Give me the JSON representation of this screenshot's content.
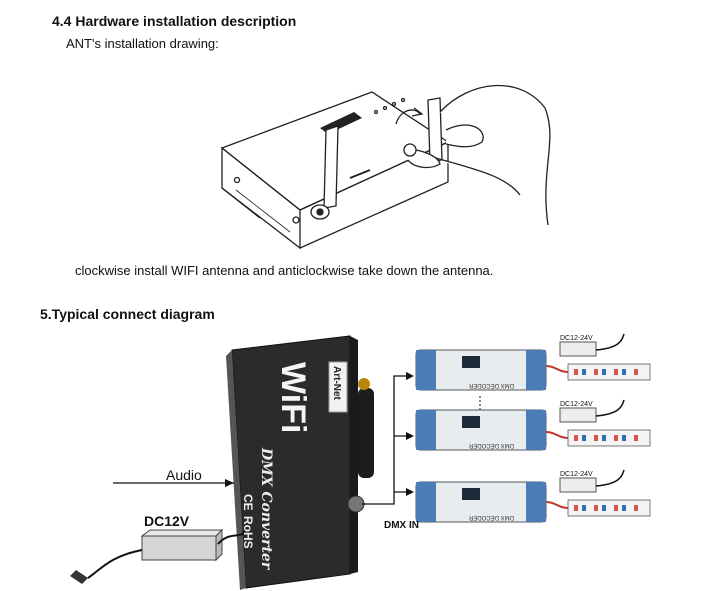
{
  "section44": {
    "heading": "4.4 Hardware installation description",
    "subtitle": "ANT's installation drawing:",
    "caption": "clockwise install WIFI antenna and anticlockwise take down the antenna."
  },
  "section5": {
    "heading": "5.Typical connect diagram"
  },
  "diagram": {
    "audio_label": "Audio",
    "dc_label": "DC12V",
    "dmx_in_label": "DMX IN",
    "device": {
      "wifi_text": "WiFi",
      "artnet_text": "Art-Net",
      "dmx_text": "DMX Converter",
      "ce_text": "CE",
      "rohs_text": "RoHS"
    },
    "decoders": [
      {
        "label": "DMX DECODER",
        "power": "DC12-24V"
      },
      {
        "label": "DMX DECODER",
        "power": "DC12-24V"
      },
      {
        "label": "DMX DECODER",
        "power": "DC12-24V"
      }
    ]
  }
}
